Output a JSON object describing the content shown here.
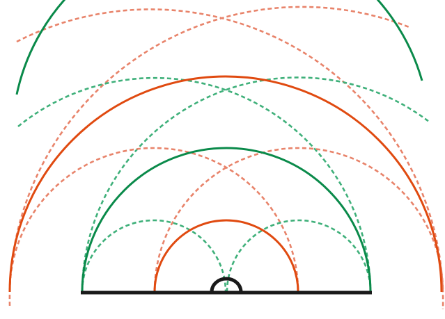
{
  "colors": {
    "background": "#ffffff",
    "line_black": "#1a1a1a",
    "green_solid": "#0a8a4a",
    "green_dashed": "#3fb07a",
    "orange_solid": "#e04a10",
    "orange_dashed": "#e8836a"
  },
  "diagram": {
    "description_visible_text": [],
    "elements": [
      {
        "name": "base-line",
        "kind": "line",
        "color": "line_black"
      },
      {
        "name": "center-small-semicircle",
        "kind": "arc",
        "color": "line_black",
        "style": "solid"
      },
      {
        "name": "orange-solid-arc-inner",
        "kind": "arc",
        "color": "orange_solid",
        "style": "solid"
      },
      {
        "name": "green-solid-arc-middle",
        "kind": "arc",
        "color": "green_solid",
        "style": "solid"
      },
      {
        "name": "orange-solid-arc-large",
        "kind": "arc",
        "color": "orange_solid",
        "style": "solid"
      },
      {
        "name": "green-solid-arc-outer",
        "kind": "arc",
        "color": "green_solid",
        "style": "solid"
      },
      {
        "name": "green-dashed-arc-left-small",
        "kind": "arc",
        "color": "green_dashed",
        "style": "dashed"
      },
      {
        "name": "green-dashed-arc-right-small",
        "kind": "arc",
        "color": "green_dashed",
        "style": "dashed"
      },
      {
        "name": "orange-dashed-arc-left-mid",
        "kind": "arc",
        "color": "orange_dashed",
        "style": "dashed"
      },
      {
        "name": "orange-dashed-arc-right-mid",
        "kind": "arc",
        "color": "orange_dashed",
        "style": "dashed"
      },
      {
        "name": "green-dashed-arc-left-large",
        "kind": "arc",
        "color": "green_dashed",
        "style": "dashed"
      },
      {
        "name": "green-dashed-arc-right-large",
        "kind": "arc",
        "color": "green_dashed",
        "style": "dashed"
      },
      {
        "name": "orange-dashed-arc-left-outer",
        "kind": "arc",
        "color": "orange_dashed",
        "style": "dashed"
      },
      {
        "name": "orange-dashed-arc-right-outer",
        "kind": "arc",
        "color": "orange_dashed",
        "style": "dashed"
      }
    ]
  }
}
